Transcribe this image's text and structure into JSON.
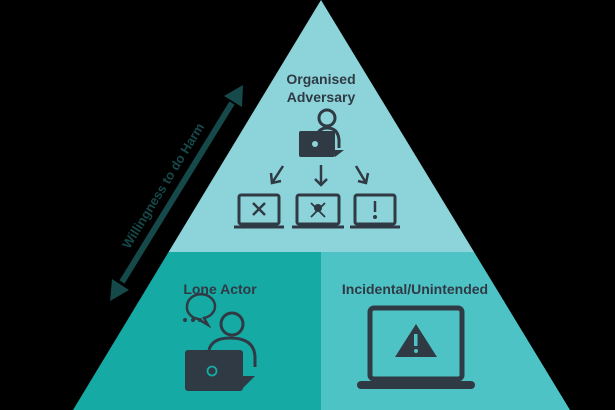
{
  "colors": {
    "background": "#000000",
    "top_tier": "#8dd4da",
    "lone_actor": "#16aaa5",
    "incidental": "#4ec3c6",
    "icon": "#2f3a44",
    "arrow": "#16494a"
  },
  "tiers": {
    "top": {
      "title_line1": "Organised",
      "title_line2": "Adversary",
      "icon": "person-with-laptop-icon",
      "targets": [
        "laptop-x-icon",
        "laptop-skull-icon",
        "laptop-exclamation-icon"
      ]
    },
    "lower_left": {
      "title": "Lone Actor",
      "icon": "person-with-speech-bubble-and-laptop-icon"
    },
    "lower_right": {
      "title": "Incidental/Unintended",
      "icon": "laptop-warning-icon"
    }
  },
  "axis": {
    "label": "Willingness to do Harm",
    "direction": "bidirectional"
  }
}
